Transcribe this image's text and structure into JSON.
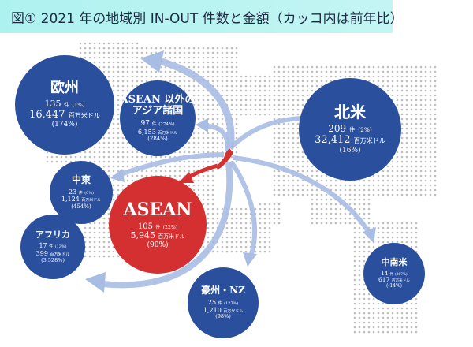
{
  "title": "図①  2021 年の地域別 IN-OUT 件数と金額（カッコ内は前年比）",
  "colors": {
    "bubble": "#2a4f9c",
    "asean": "#d43031",
    "arrow": "#a8bde3",
    "japan": "#d43031",
    "map_dot": "#bfbfbf"
  },
  "icons": {
    "japan": "japan-map-icon"
  },
  "unit_count": "件",
  "unit_amount": "百万米ドル",
  "regions": [
    {
      "id": "europe",
      "name": "欧州",
      "count": "135",
      "count_change": "(1%)",
      "amount": "16,447",
      "amount_change": "(174%)"
    },
    {
      "id": "asia",
      "name": "ASEAN 以外の\nアジア諸国",
      "count": "97",
      "count_change": "(274%)",
      "amount": "6,153",
      "amount_change": "(284%)"
    },
    {
      "id": "namerica",
      "name": "北米",
      "count": "209",
      "count_change": "(2%)",
      "amount": "32,412",
      "amount_change": "(16%)"
    },
    {
      "id": "mideast",
      "name": "中東",
      "count": "23",
      "count_change": "(0%)",
      "amount": "1,124",
      "amount_change": "(454%)"
    },
    {
      "id": "asean",
      "name": "ASEAN",
      "count": "105",
      "count_change": "(22%)",
      "amount": "5,945",
      "amount_change": "(90%)"
    },
    {
      "id": "africa",
      "name": "アフリカ",
      "count": "17",
      "count_change": "(13%)",
      "amount": "399",
      "amount_change": "(3,528%)"
    },
    {
      "id": "oceania",
      "name": "豪州・NZ",
      "count": "25",
      "count_change": "(127%)",
      "amount": "1,210",
      "amount_change": "(98%)"
    },
    {
      "id": "samerica",
      "name": "中南米",
      "count": "14",
      "count_change": "(367%)",
      "amount": "617",
      "amount_change": "(-14%)"
    }
  ]
}
